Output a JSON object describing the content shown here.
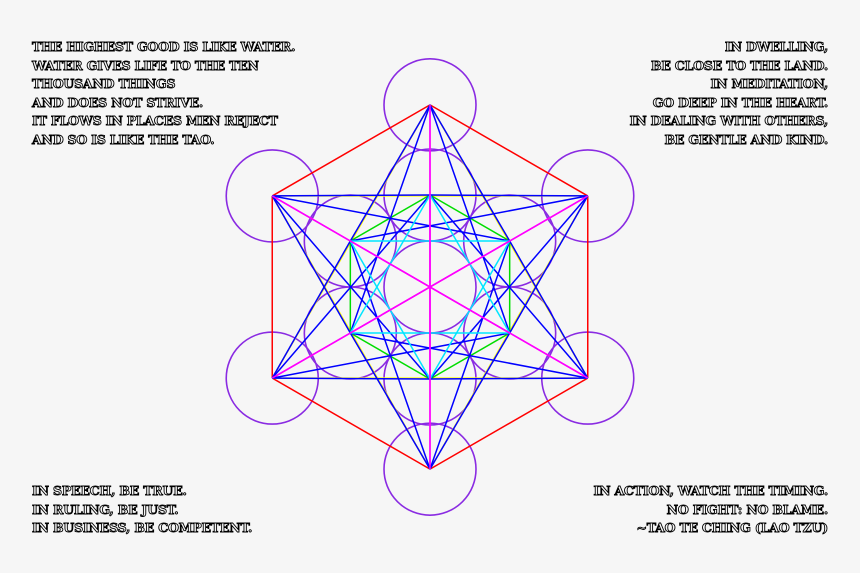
{
  "quotes": {
    "top_left": [
      "THE HIGHEST GOOD IS LIKE WATER.",
      "WATER GIVES LIFE TO THE TEN",
      "THOUSAND THINGS",
      "AND DOES NOT STRIVE.",
      "IT FLOWS IN PLACES MEN REJECT",
      "AND SO IS LIKE THE TAO."
    ],
    "top_right": [
      "IN DWELLING,",
      "BE CLOSE TO THE LAND.",
      "IN MEDITATION,",
      "GO DEEP IN THE HEART.",
      "IN DEALING WITH OTHERS,",
      "BE GENTLE AND KIND."
    ],
    "bottom_left": [
      "IN SPEECH, BE TRUE.",
      "IN RULING, BE JUST.",
      "IN BUSINESS, BE COMPETENT."
    ],
    "bottom_right": [
      "IN ACTION, WATCH THE TIMING.",
      "NO FIGHT: NO BLAME.",
      "~TAO TE CHING (LAO TZU)"
    ]
  },
  "colors": {
    "background": "#f6f6f6",
    "circles": "#8a2be2",
    "outer_hexagon": "#ff0000",
    "star": "#ffff00",
    "inner_hexagon": "#00dd00",
    "magenta_lines": "#ff00ff",
    "blue_lines": "#0000ff",
    "cyan_lines": "#00e5ff"
  }
}
